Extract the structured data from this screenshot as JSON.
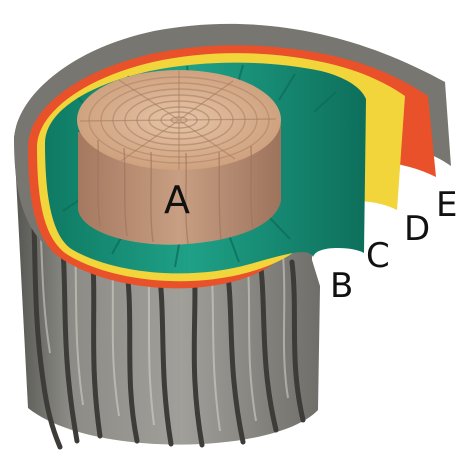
{
  "labels": {
    "heartwood": "A",
    "sapwood": "B",
    "cambium": "C",
    "phloem": "D",
    "bark": "E"
  },
  "colors": {
    "background": "#ffffff",
    "bark": "#8f8d86",
    "bark_dark": "#4b4a46",
    "phloem": "#e8512a",
    "cambium": "#f1d53b",
    "sapwood": "#1fa187",
    "sapwood_dark": "#137865",
    "heartwood": "#d8b391",
    "heartwood_side": "#b7896c",
    "line": "#8f6f59",
    "text": "#111111"
  }
}
